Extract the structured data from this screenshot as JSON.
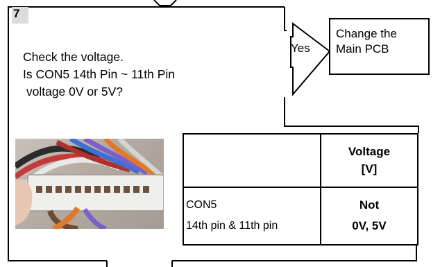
{
  "step": {
    "number": "7"
  },
  "question": {
    "line1": "Check the voltage.",
    "line2": "Is CON5 14th Pin ~ 11th Pin",
    "line3": " voltage 0V or 5V?"
  },
  "branch": {
    "yes_label": "Yes"
  },
  "action": {
    "line1": "Change the",
    "line2": "Main PCB"
  },
  "photo": {
    "subject": "connector-wiring-photo"
  },
  "table": {
    "header": {
      "col1": "",
      "col2_line1": "Voltage",
      "col2_line2": "[V]"
    },
    "row": {
      "label_line1": "CON5",
      "label_line2": "14th pin & 11th pin",
      "value_line1": "Not",
      "value_line2": "0V, 5V"
    }
  }
}
